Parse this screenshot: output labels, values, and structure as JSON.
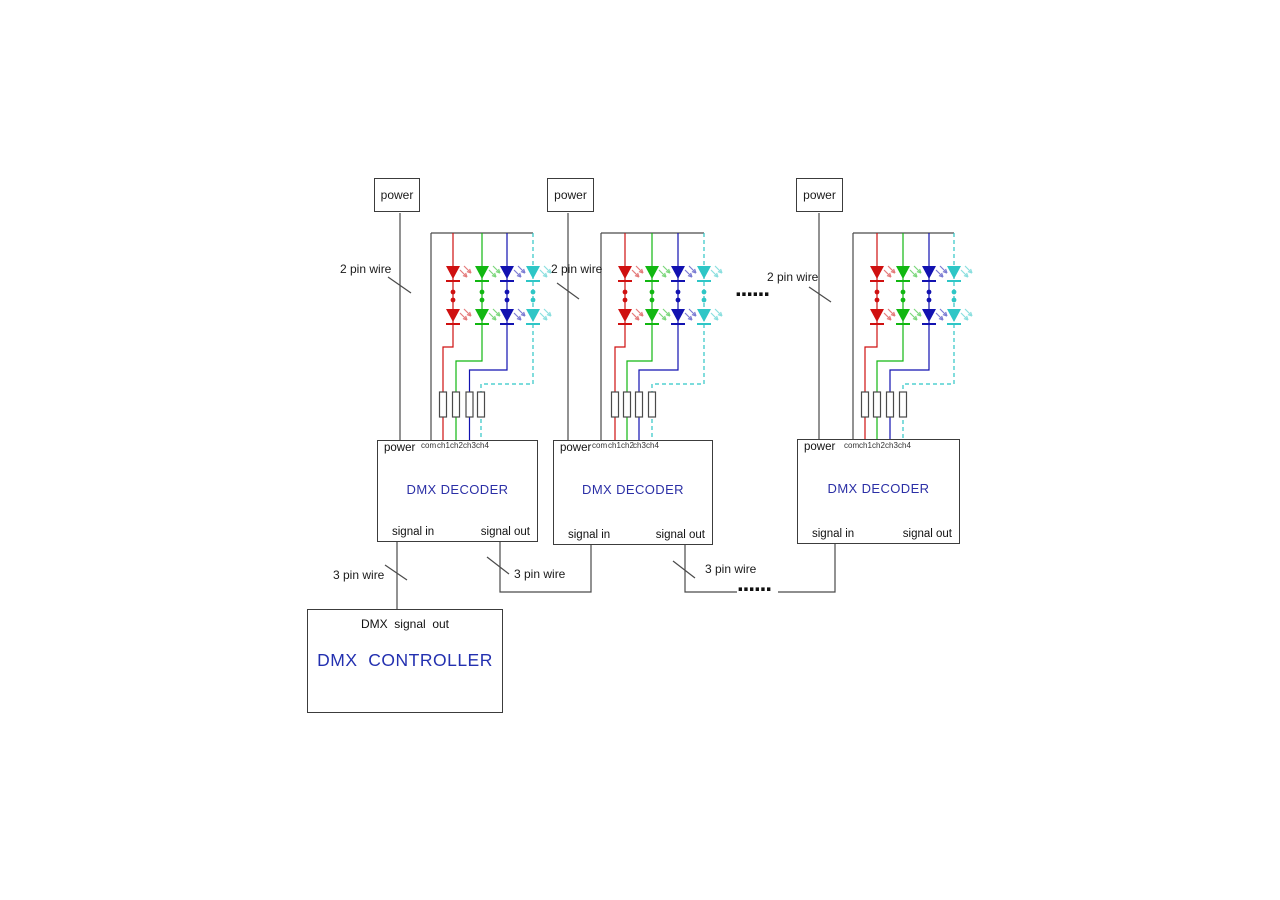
{
  "colors": {
    "wire": "#4a4a4a",
    "led_red": "#cf1010",
    "led_green": "#12b712",
    "led_blue": "#1212b0",
    "led_cyan": "#2ec6c6",
    "decoder_title": "#2b2fa6",
    "controller_title": "#2330b0"
  },
  "power_supplies": [
    {
      "label": "power"
    },
    {
      "label": "power"
    },
    {
      "label": "power"
    }
  ],
  "wire_labels": {
    "two_pin": "2 pin wire",
    "three_pin": "3 pin wire"
  },
  "decoders": [
    {
      "power_terminal": "power",
      "terminals": [
        "com",
        "ch1",
        "ch2",
        "ch3",
        "ch4"
      ],
      "title": "DMX DECODER",
      "signal_in": "signal in",
      "signal_out": "signal out"
    },
    {
      "power_terminal": "power",
      "terminals": [
        "com",
        "ch1",
        "ch2",
        "ch3",
        "ch4"
      ],
      "title": "DMX DECODER",
      "signal_in": "signal in",
      "signal_out": "signal out"
    },
    {
      "power_terminal": "power",
      "terminals": [
        "com",
        "ch1",
        "ch2",
        "ch3",
        "ch4"
      ],
      "title": "DMX DECODER",
      "signal_in": "signal in",
      "signal_out": "signal out"
    }
  ],
  "controller": {
    "port_label": "DMX  signal  out",
    "title": "DMX  CONTROLLER"
  },
  "ellipsis": "......"
}
